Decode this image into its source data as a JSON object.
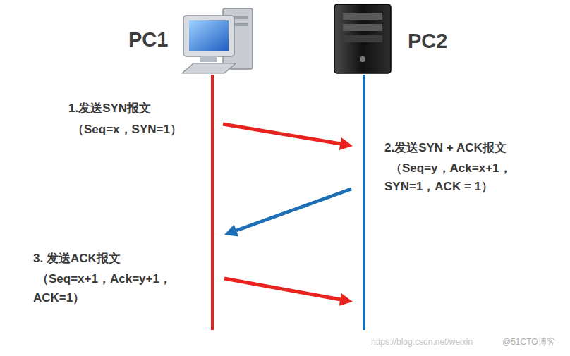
{
  "diagram": {
    "labels": [
      "PC1",
      "PC2",
      "1.发送SYN报文",
      "（Seq=x，SYN=1）",
      "2.发送SYN + ACK报文",
      "（Seq=y，Ack=x+1，",
      "SYN=1，ACK = 1）",
      "3. 发送ACK报文",
      "（Seq=x+1，Ack=y+1，",
      "ACK=1）",
      "https://blog.csdn.net/weixin",
      "@51CTO博客"
    ]
  }
}
